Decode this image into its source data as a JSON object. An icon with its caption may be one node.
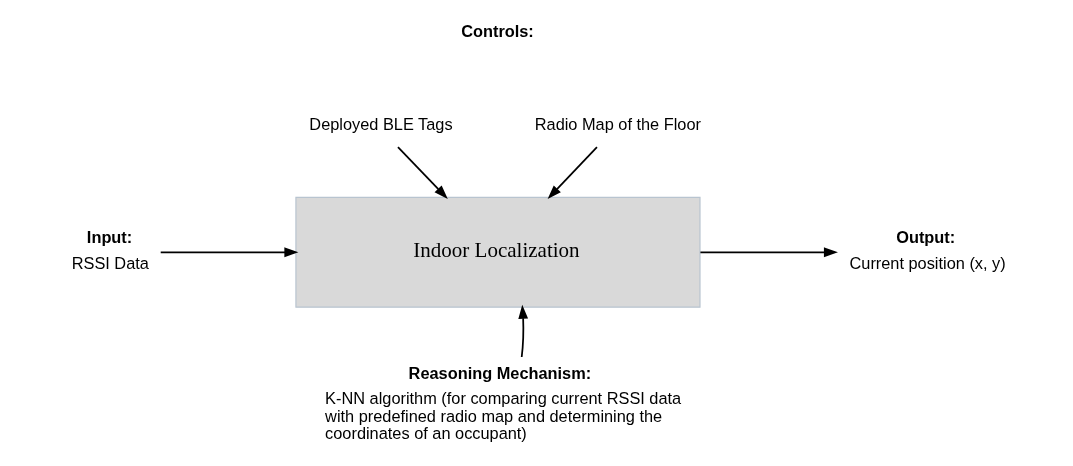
{
  "diagram": {
    "nodes": [
      {
        "text": [
          "Deployed BLE Tags"
        ]
      },
      {
        "text": [
          "Radio Map of the Floor"
        ]
      },
      {
        "text": [
          "Input:",
          "RSSI Data"
        ]
      },
      {
        "text": [
          "Indoor Localization"
        ]
      },
      {
        "text": [
          "Output:",
          "Current position (x, y)"
        ]
      },
      {
        "text": [
          "Reasoning Mechanism:",
          "K-NN algorithm (for comparing current RSSI data with predefined radio map and determining the coordinates of an occupant)"
        ]
      }
    ],
    "edges": [
      {
        "from": 0,
        "to": 3,
        "arrow": "to"
      },
      {
        "from": 1,
        "to": 3,
        "arrow": "to"
      },
      {
        "from": 2,
        "to": 3,
        "arrow": "to"
      },
      {
        "from": 3,
        "to": 4,
        "arrow": "to"
      },
      {
        "from": 5,
        "to": 3,
        "arrow": "to"
      }
    ],
    "labels": [
      "Controls:"
    ]
  }
}
